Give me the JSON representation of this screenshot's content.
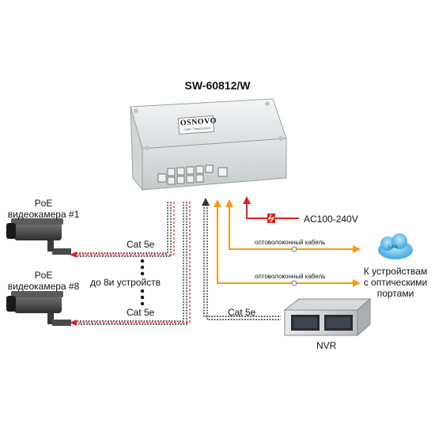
{
  "title": "SW-60812/W",
  "brand": "OSNOVO",
  "brand_sub": "Cable Transmission",
  "camera_top": {
    "line1": "PoE",
    "line2": "видеокамера #1"
  },
  "camera_bottom": {
    "line1": "PoE",
    "line2": "видеокамера #8"
  },
  "cable_top": "Cat 5e",
  "cable_bottom": "Cat 5e",
  "cable_nvr": "Cat 5e",
  "devices_note": "до 8и устройств",
  "power": "AC100-240V",
  "fiber_1": "оптоволоконный кабель",
  "fiber_2": "оптоволоконный кабель",
  "lan": "LAN",
  "optical_target": {
    "line1": "К устройствам",
    "line2": "с оптическими",
    "line3": "портами"
  },
  "nvr": "NVR",
  "colors": {
    "copper": "#333333",
    "poe_red": "#e02020",
    "fiber_orange": "#f39a1e",
    "lan_blue": "#4fb3e8"
  }
}
